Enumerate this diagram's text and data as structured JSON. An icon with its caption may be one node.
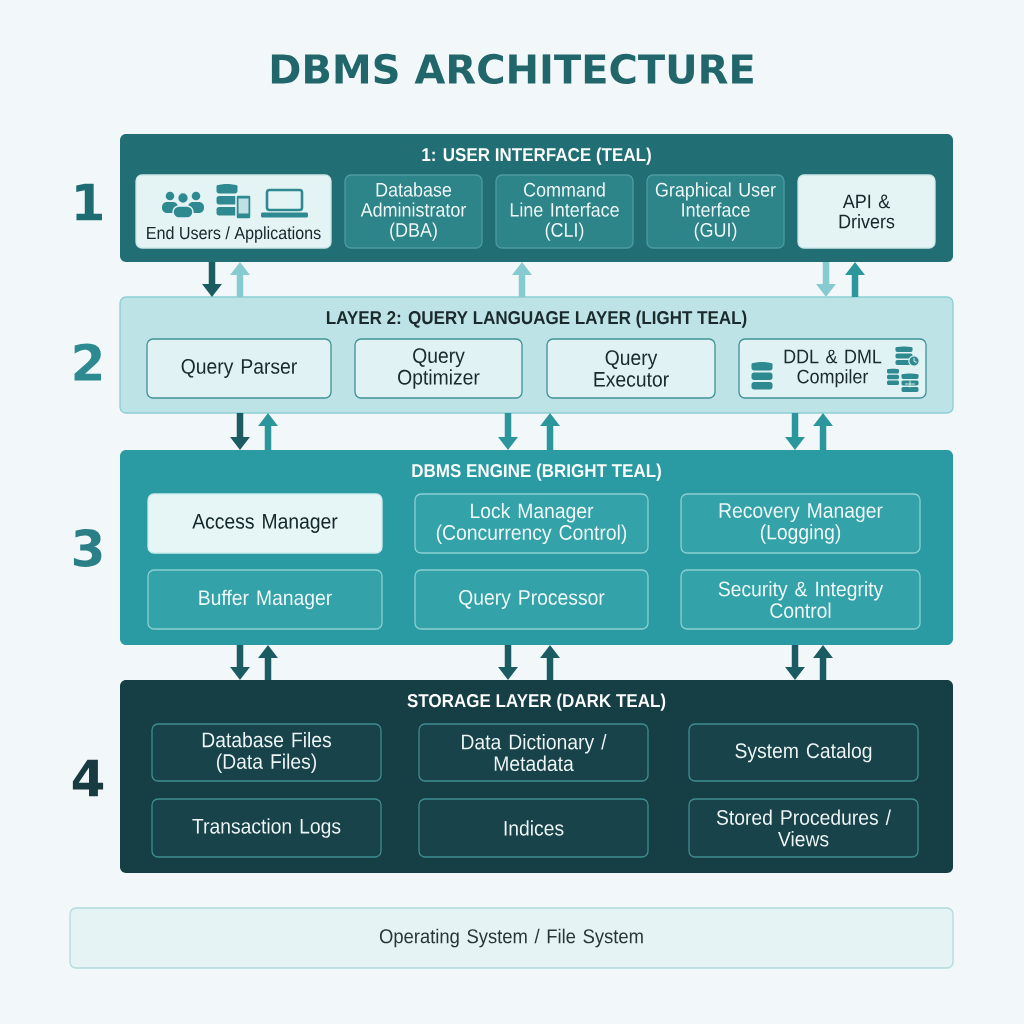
{
  "diagram": {
    "title": "DBMS ARCHITECTURE",
    "nodes": [
      {
        "text": [
          "1: USER INTERFACE (TEAL)"
        ],
        "beside": [
          "1"
        ]
      },
      {
        "text": [
          "End Users / Applications"
        ],
        "in": 0
      },
      {
        "text": [
          "Database Administrator (DBA)"
        ],
        "in": 0
      },
      {
        "text": [
          "Command Line Interface (CLI)"
        ],
        "in": 0
      },
      {
        "text": [
          "Graphical User Interface (GUI)"
        ],
        "in": 0
      },
      {
        "text": [
          "API & Drivers"
        ],
        "in": 0
      },
      {
        "text": [
          "LAYER 2: QUERY LANGUAGE LAYER (LIGHT TEAL)"
        ],
        "beside": [
          "2"
        ]
      },
      {
        "text": [
          "Query Parser"
        ],
        "in": 6
      },
      {
        "text": [
          "Query Optimizer"
        ],
        "in": 6
      },
      {
        "text": [
          "Query Executor"
        ],
        "in": 6
      },
      {
        "text": [
          "DDL & DML Compiler"
        ],
        "in": 6
      },
      {
        "text": [
          "DBMS ENGINE (BRIGHT TEAL)"
        ],
        "beside": [
          "3"
        ]
      },
      {
        "text": [
          "Access Manager"
        ],
        "in": 11
      },
      {
        "text": [
          "Lock Manager (Concurrency Control)"
        ],
        "in": 11
      },
      {
        "text": [
          "Recovery Manager (Logging)"
        ],
        "in": 11
      },
      {
        "text": [
          "Buffer Manager"
        ],
        "in": 11
      },
      {
        "text": [
          "Query Processor"
        ],
        "in": 11
      },
      {
        "text": [
          "Security & Integrity Control"
        ],
        "in": 11
      },
      {
        "text": [
          "STORAGE LAYER (DARK TEAL)"
        ],
        "beside": [
          "4"
        ]
      },
      {
        "text": [
          "Database Files (Data Files)"
        ],
        "in": 18
      },
      {
        "text": [
          "Data Dictionary / Metadata"
        ],
        "in": 18
      },
      {
        "text": [
          "System Catalog"
        ],
        "in": 18
      },
      {
        "text": [
          "Transaction Logs"
        ],
        "in": 18
      },
      {
        "text": [
          "Indices"
        ],
        "in": 18
      },
      {
        "text": [
          "Stored Procedures / Views"
        ],
        "in": 18
      },
      {
        "text": [
          "Operating System / File System"
        ]
      }
    ],
    "edges": [
      {
        "from": 0,
        "to": 6,
        "arrow": "to",
        "color": "#1b5c62"
      },
      {
        "from": 6,
        "to": 0,
        "arrow": "to",
        "color": "#86cbcf"
      },
      {
        "from": 6,
        "to": 0,
        "arrow": "to",
        "color": "#86cbcf"
      },
      {
        "from": 0,
        "to": 6,
        "arrow": "to",
        "color": "#86cbcf"
      },
      {
        "from": 6,
        "to": 0,
        "arrow": "to"
      },
      {
        "from": 6,
        "to": 11,
        "arrow": "to",
        "color": "#1b5c62"
      },
      {
        "from": 11,
        "to": 6,
        "arrow": "to"
      },
      {
        "from": 6,
        "to": 11,
        "arrow": "to"
      },
      {
        "from": 11,
        "to": 6,
        "arrow": "to"
      },
      {
        "from": 6,
        "to": 11,
        "arrow": "to"
      },
      {
        "from": 11,
        "to": 6,
        "arrow": "to"
      },
      {
        "from": 11,
        "to": 18,
        "arrow": "to",
        "color": "#1b5c62"
      },
      {
        "from": 18,
        "to": 11,
        "arrow": "to",
        "color": "#1b5c62"
      },
      {
        "from": 11,
        "to": 18,
        "arrow": "to",
        "color": "#1b5c62"
      },
      {
        "from": 18,
        "to": 11,
        "arrow": "to",
        "color": "#1b5c62"
      },
      {
        "from": 11,
        "to": 18,
        "arrow": "to",
        "color": "#1b5c62"
      },
      {
        "from": 18,
        "to": 11,
        "arrow": "to",
        "color": "#1b5c62"
      }
    ]
  }
}
